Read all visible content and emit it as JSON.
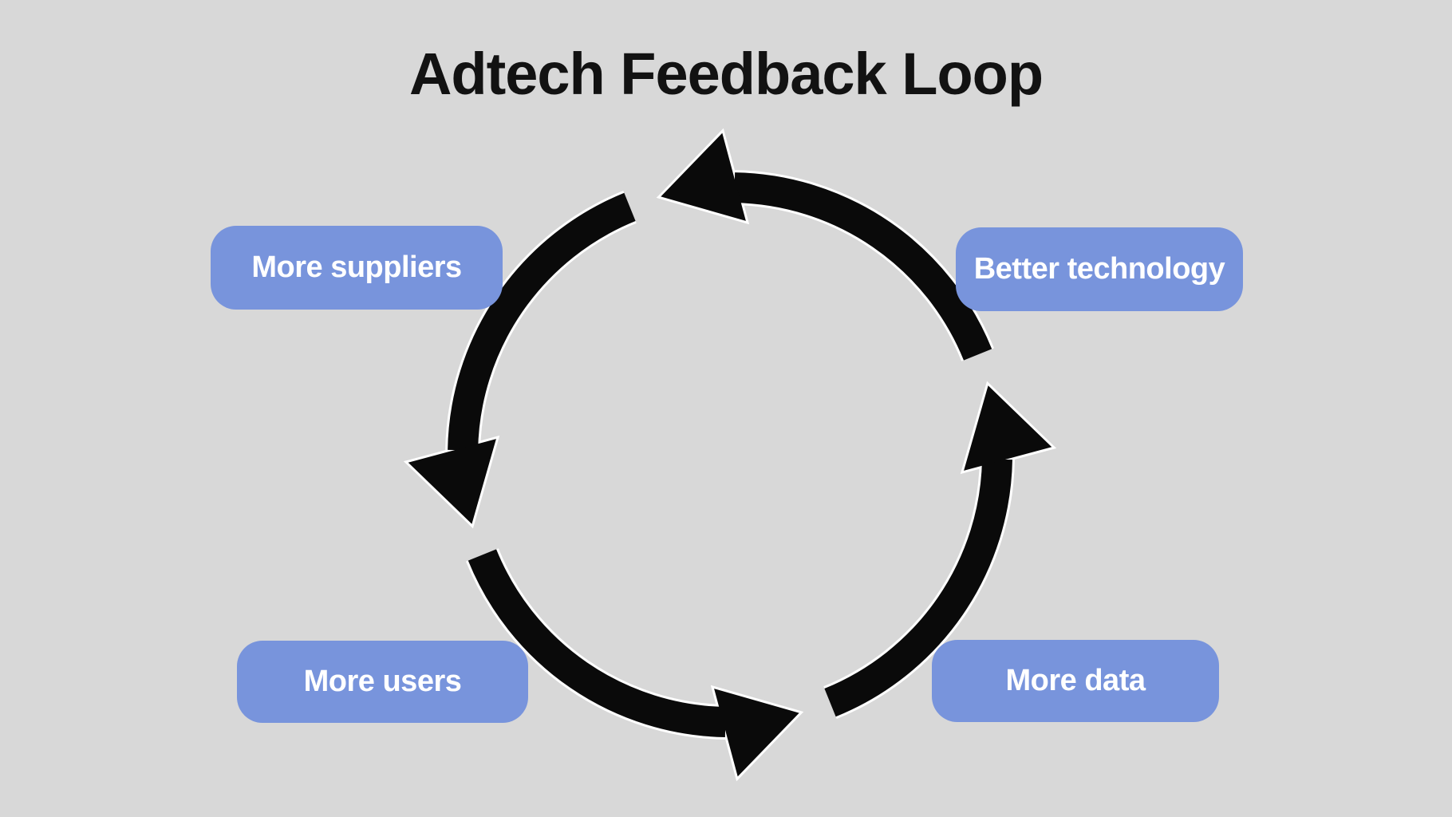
{
  "title": "Adtech Feedback Loop",
  "colors": {
    "background": "#d8d8d8",
    "badge_fill": "#7894dc",
    "badge_text": "#ffffff",
    "arrow": "#0a0a0a",
    "arrow_outline": "#ffffff",
    "title_text": "#121212"
  },
  "nodes": [
    {
      "id": "more-suppliers",
      "label": "More suppliers",
      "position": "top-left"
    },
    {
      "id": "better-technology",
      "label": "Better technology",
      "position": "top-right"
    },
    {
      "id": "more-users",
      "label": "More users",
      "position": "bottom-left"
    },
    {
      "id": "more-data",
      "label": "More data",
      "position": "bottom-right"
    }
  ],
  "loop": {
    "direction": "counterclockwise",
    "arrows": [
      {
        "from": "better-technology",
        "to": "more-suppliers",
        "arrowhead_points": "left",
        "location": "top"
      },
      {
        "from": "more-suppliers",
        "to": "more-users",
        "arrowhead_points": "down",
        "location": "left"
      },
      {
        "from": "more-users",
        "to": "more-data",
        "arrowhead_points": "right",
        "location": "bottom"
      },
      {
        "from": "more-data",
        "to": "better-technology",
        "arrowhead_points": "up",
        "location": "right"
      }
    ]
  }
}
